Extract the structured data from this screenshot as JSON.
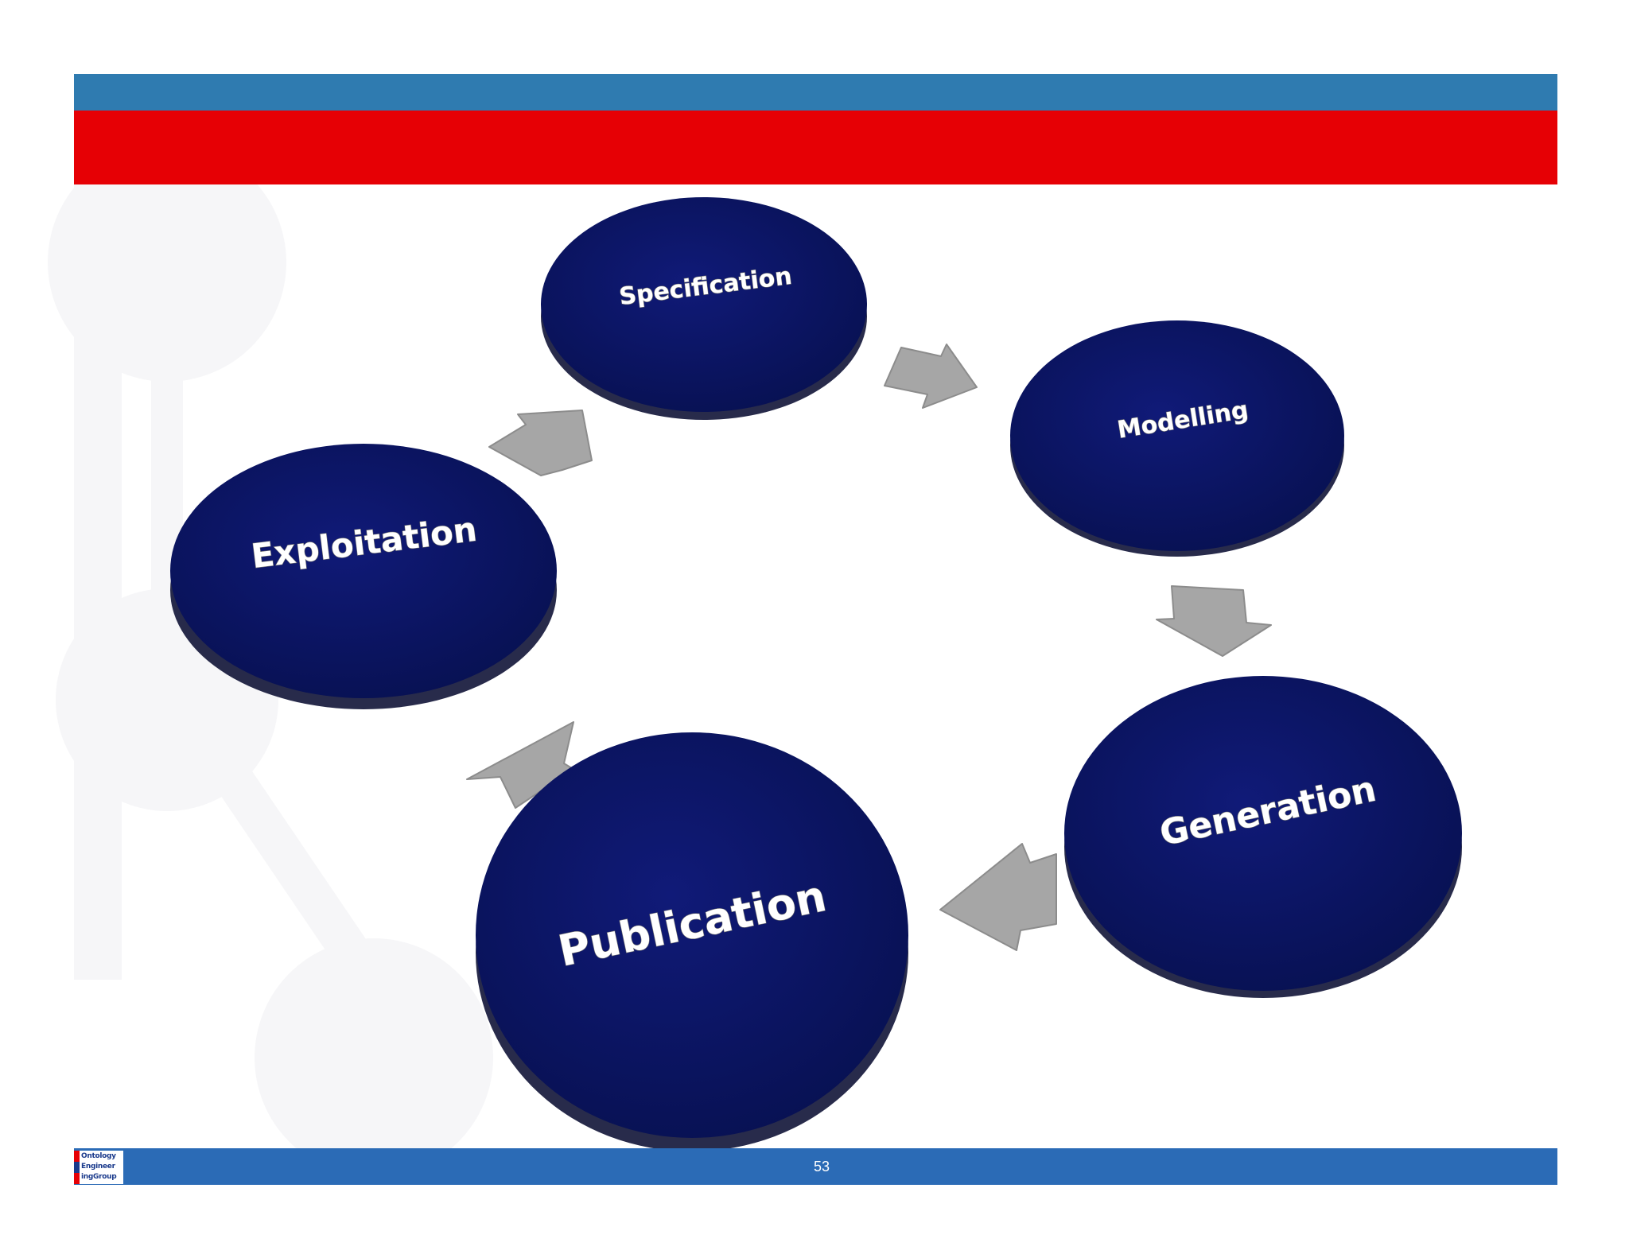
{
  "diagram": {
    "stages": [
      {
        "id": "specification",
        "label": "Specification"
      },
      {
        "id": "modelling",
        "label": "Modelling"
      },
      {
        "id": "generation",
        "label": "Generation"
      },
      {
        "id": "publication",
        "label": "Publication"
      },
      {
        "id": "exploitation",
        "label": "Exploitation"
      }
    ],
    "colors": {
      "disc": "#0c1361",
      "arrow": "#a6a6a6",
      "header_blue": "#2f7bb0",
      "header_red": "#e60005",
      "footer_blue": "#2b6bb6"
    }
  },
  "footer": {
    "page_number": "53",
    "logo_lines": [
      "Ontology",
      "Engineer",
      "ingGroup"
    ]
  }
}
